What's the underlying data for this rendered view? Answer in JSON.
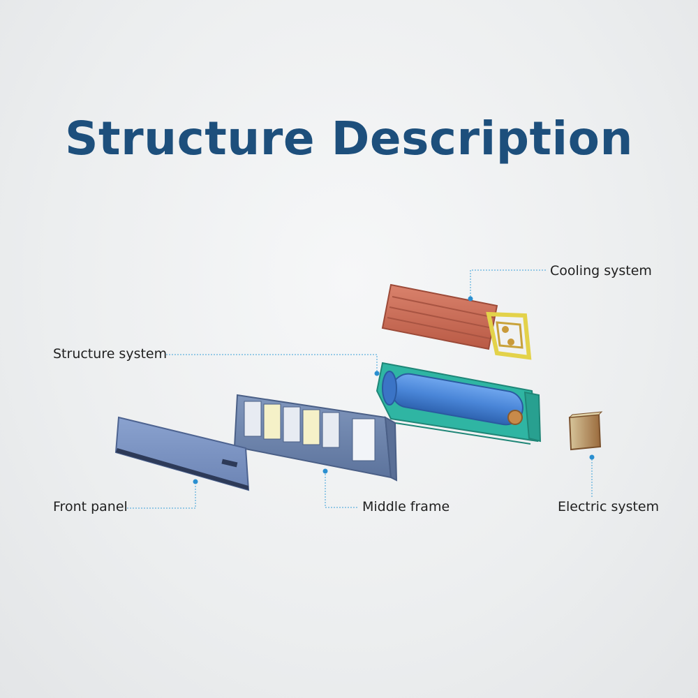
{
  "title": "Structure Description",
  "colors": {
    "title": "#1d4f7c",
    "leader": "#3aa0d8",
    "cooling_body": "#c96a55",
    "pipe_frame": "#e3d24a",
    "structure_body": "#2fb5a3",
    "fan_drum": "#4a86d8",
    "middle_frame": "#6f86ad",
    "front_panel": "#7d95c2",
    "electric_box": "#a37042"
  },
  "labels": {
    "cooling": "Cooling system",
    "structure": "Structure system",
    "front": "Front panel",
    "middle": "Middle frame",
    "electric": "Electric system"
  }
}
